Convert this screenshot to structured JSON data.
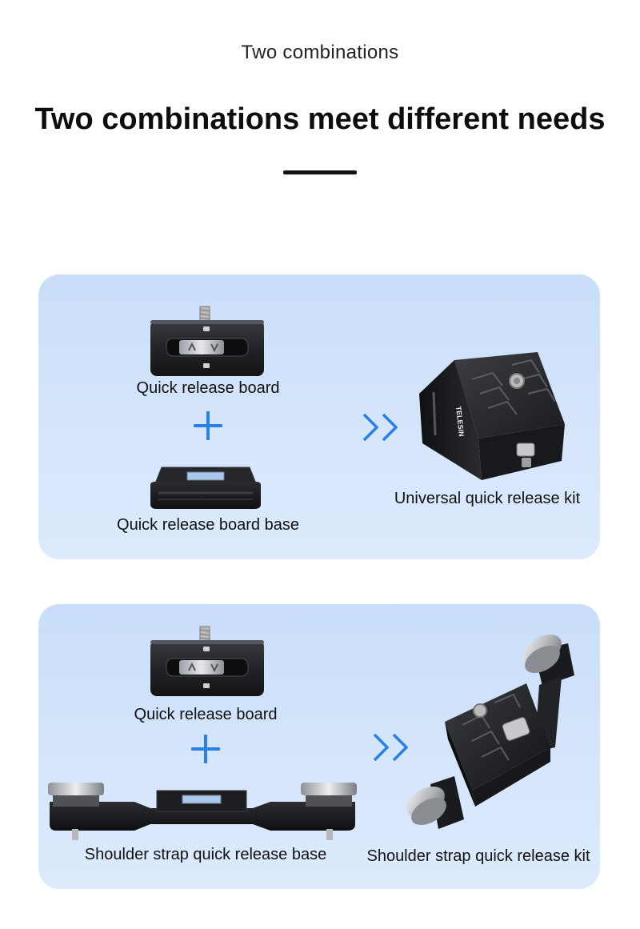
{
  "header": {
    "subtitle": "Two combinations",
    "title": "Two combinations meet different needs"
  },
  "combo1": {
    "part_a": "Quick release board",
    "part_b": "Quick release board base",
    "result": "Universal quick release kit",
    "brand": "TELESIN"
  },
  "combo2": {
    "part_a": "Quick release board",
    "part_b": "Shoulder strap quick release base",
    "result": "Shoulder strap quick release kit"
  },
  "icons": {
    "plus": "plus-icon",
    "arrow": "double-chevron-right-icon"
  },
  "colors": {
    "accent_blue": "#2a7fe6",
    "panel_bg": "#d2e4fa",
    "product_dark": "#1c1d20"
  }
}
